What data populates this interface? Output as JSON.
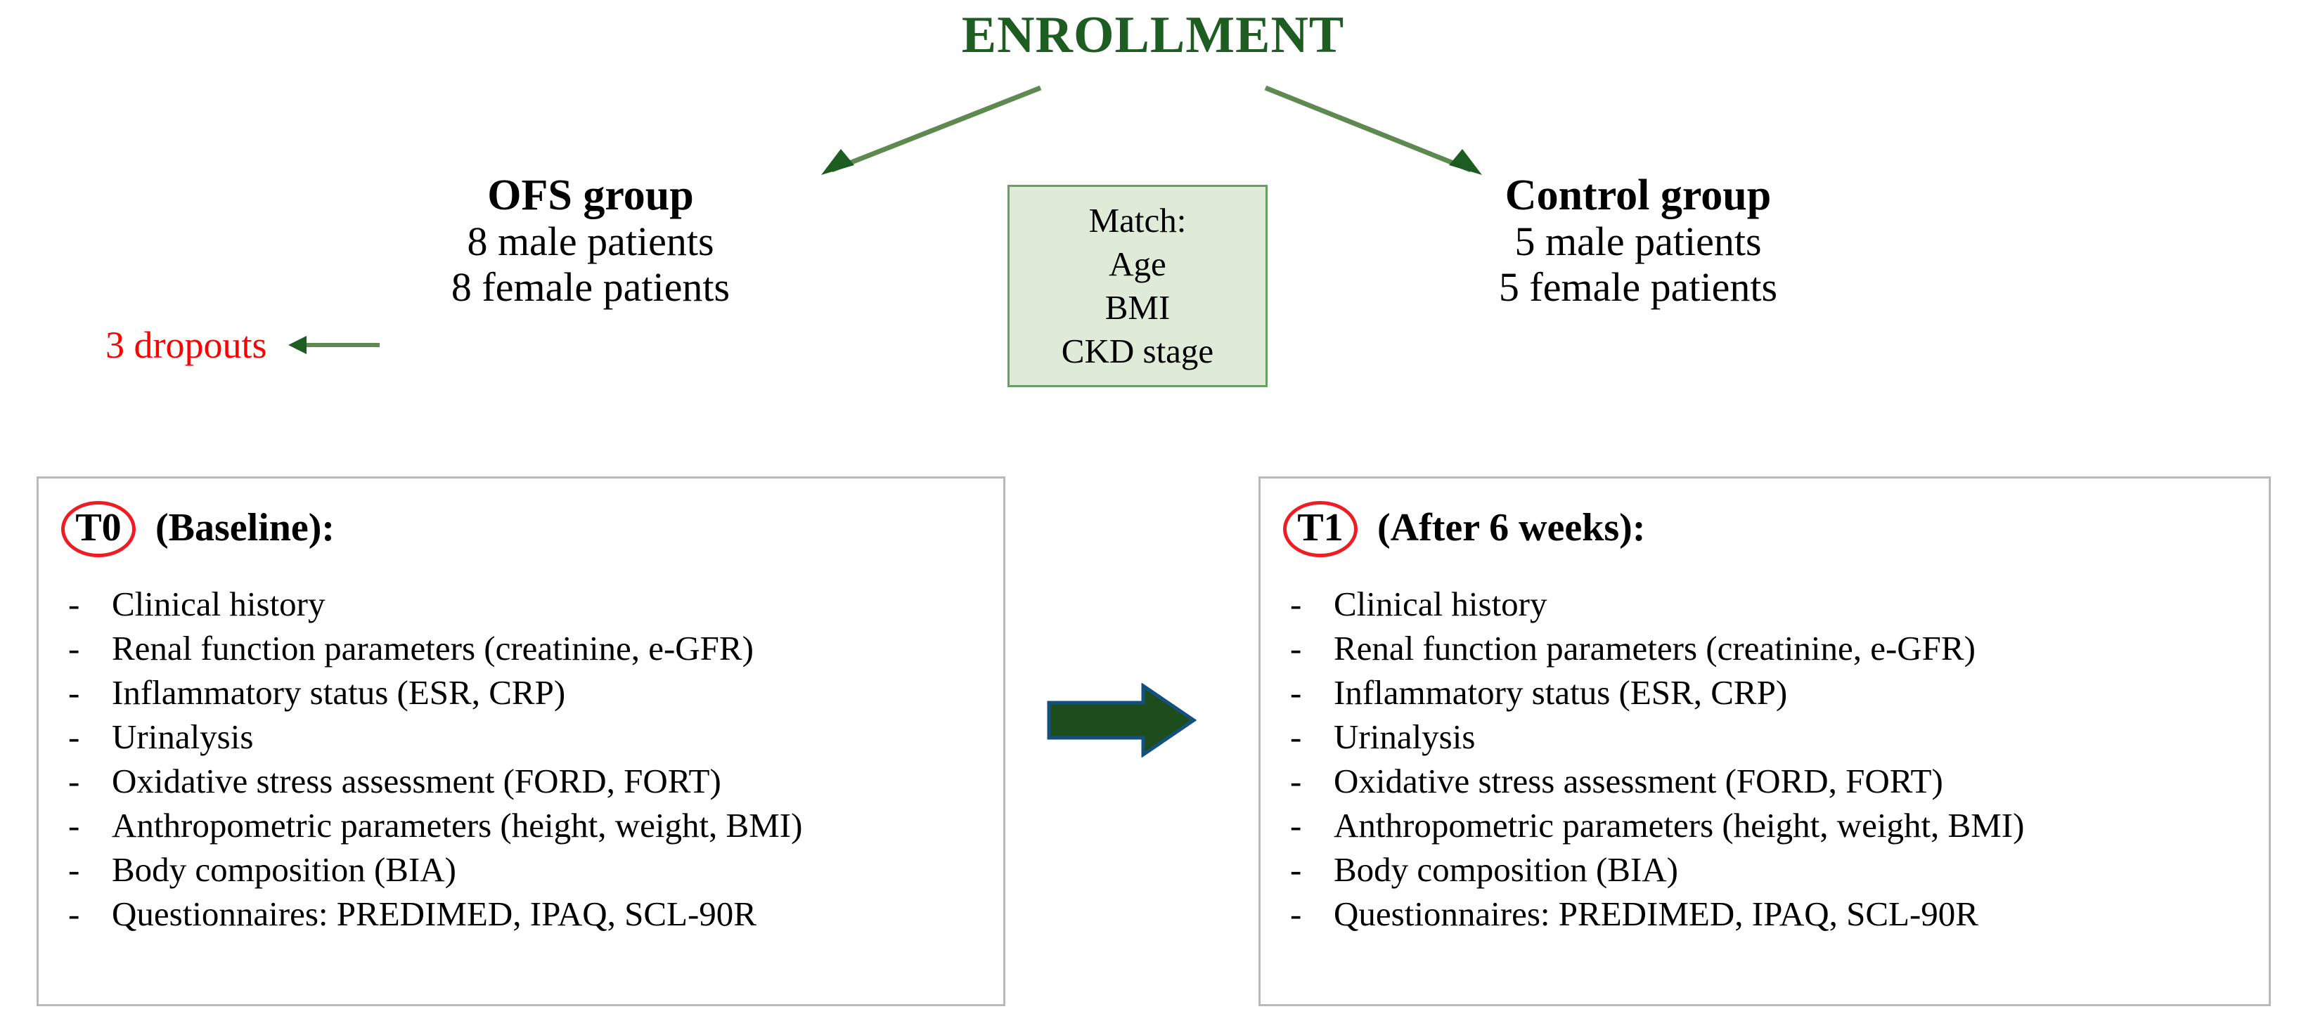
{
  "title": "ENROLLMENT",
  "colors": {
    "title_green": "#1d5d22",
    "arrow_green": "#5f8a4f",
    "arrowhead_green": "#1d5d22",
    "dropout_red": "#ff0000",
    "match_fill": "#dfebd8",
    "match_border": "#6b9e62",
    "box_border": "#b9b9b9",
    "circle_red": "#f01c23",
    "big_arrow_fill": "#1d4d1d",
    "big_arrow_outline": "#13507d"
  },
  "groups": {
    "ofs": {
      "title": "OFS group",
      "lines": [
        "8 male patients",
        "8 female patients"
      ]
    },
    "control": {
      "title": "Control group",
      "lines": [
        "5 male patients",
        "5 female patients"
      ]
    }
  },
  "dropouts": {
    "label": "3 dropouts"
  },
  "match_box": {
    "lines": [
      "Match:",
      "Age",
      "BMI",
      "CKD stage"
    ]
  },
  "timepoints": [
    {
      "code": "T0",
      "title": "(Baseline):",
      "bullet": "-",
      "items": [
        "Clinical history",
        "Renal function parameters (creatinine, e-GFR)",
        "Inflammatory status (ESR, CRP)",
        "Urinalysis",
        "Oxidative stress assessment (FORD, FORT)",
        "Anthropometric parameters (height, weight, BMI)",
        "Body composition (BIA)",
        "Questionnaires: PREDIMED, IPAQ, SCL-90R"
      ]
    },
    {
      "code": "T1",
      "title": "(After 6 weeks):",
      "bullet": "-",
      "items": [
        "Clinical history",
        "Renal function parameters (creatinine, e-GFR)",
        "Inflammatory status (ESR, CRP)",
        "Urinalysis",
        "Oxidative stress assessment (FORD, FORT)",
        "Anthropometric parameters (height, weight, BMI)",
        "Body composition (BIA)",
        "Questionnaires: PREDIMED, IPAQ, SCL-90R"
      ]
    }
  ]
}
